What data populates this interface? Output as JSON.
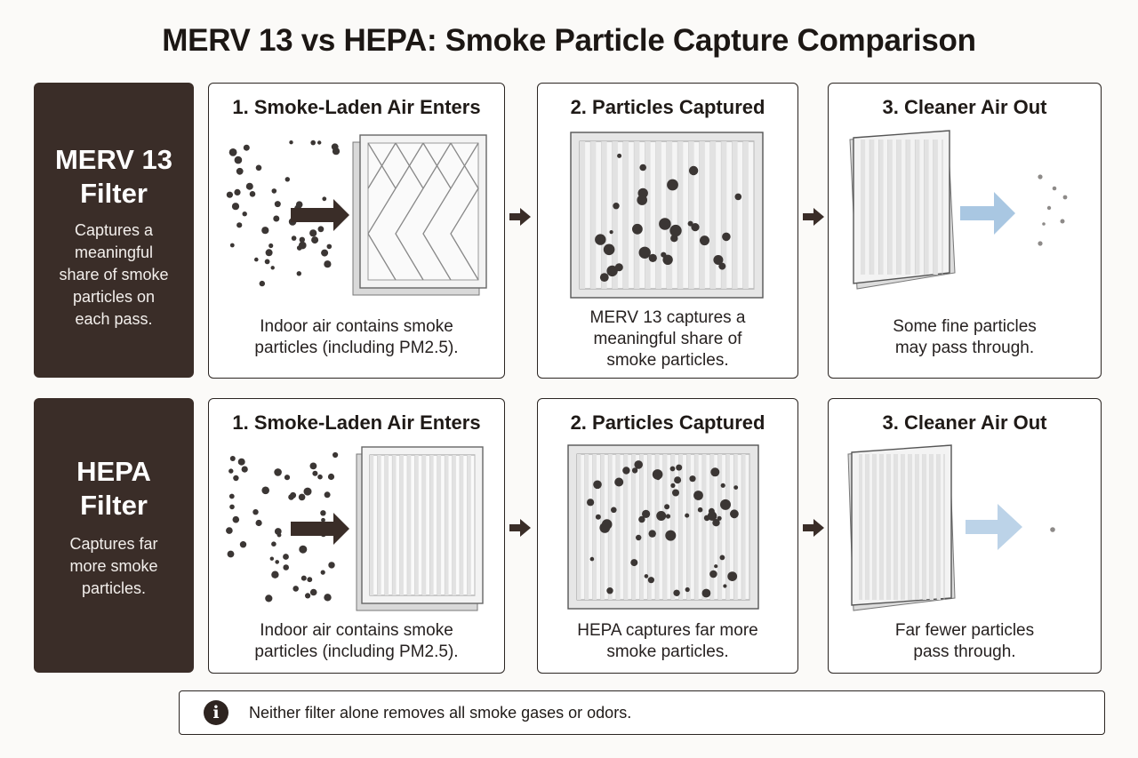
{
  "title": "MERV 13 vs HEPA: Smoke Particle Capture Comparison",
  "colors": {
    "side_panel": "#3a2d28",
    "arrow_dark": "#3a2d28",
    "arrow_clean": "#a9c7e2",
    "particle": "#3b3634",
    "filter_frame": "#e9e9e9"
  },
  "rows": [
    {
      "filter_name_line1": "MERV 13",
      "filter_name_line2": "Filter",
      "description_lines": [
        "Captures a",
        "meaningful",
        "share of smoke",
        "particles on",
        "each pass."
      ],
      "steps": [
        {
          "title": "1. Smoke-Laden Air Enters",
          "caption_lines": [
            "Indoor air contains smoke",
            "particles (including PM2.5)."
          ]
        },
        {
          "title": "2. Particles Captured",
          "caption_lines": [
            "MERV 13 captures a",
            "meaningful share of",
            "smoke particles."
          ]
        },
        {
          "title": "3. Cleaner Air Out",
          "caption_lines": [
            "Some fine particles",
            "may pass through."
          ]
        }
      ]
    },
    {
      "filter_name_line1": "HEPA",
      "filter_name_line2": "Filter",
      "description_lines": [
        "Captures far",
        "more smoke",
        "particles."
      ],
      "steps": [
        {
          "title": "1. Smoke-Laden Air Enters",
          "caption_lines": [
            "Indoor air contains smoke",
            "particles (including PM2.5)."
          ]
        },
        {
          "title": "2. Particles Captured",
          "caption_lines": [
            "HEPA captures far more",
            "smoke particles."
          ]
        },
        {
          "title": "3. Cleaner Air Out",
          "caption_lines": [
            "Far fewer particles",
            "pass through."
          ]
        }
      ]
    }
  ],
  "note": {
    "icon": "info-icon",
    "icon_glyph": "i",
    "text": "Neither filter alone removes all smoke gases or odors."
  }
}
